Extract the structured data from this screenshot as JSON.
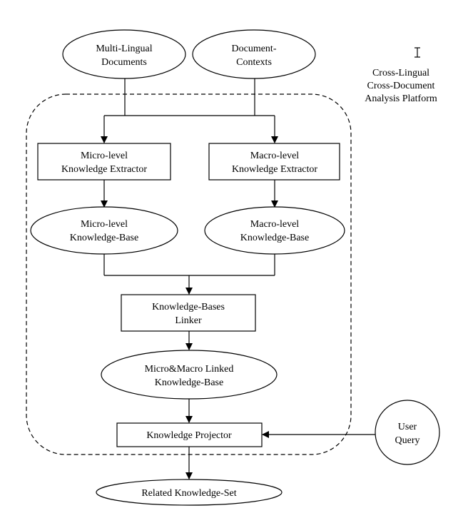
{
  "diagram": {
    "platform_title": {
      "line1": "Cross-Lingual",
      "line2": "Cross-Document",
      "line3": "Analysis Platform"
    },
    "cursor_icon": "text-cursor-icon",
    "nodes": {
      "multi_lingual_documents": {
        "line1": "Multi-Lingual",
        "line2": "Documents"
      },
      "document_contexts": {
        "line1": "Document-",
        "line2": "Contexts"
      },
      "micro_extractor": {
        "line1": "Micro-level",
        "line2": "Knowledge Extractor"
      },
      "macro_extractor": {
        "line1": "Macro-level",
        "line2": "Knowledge Extractor"
      },
      "micro_kb": {
        "line1": "Micro-level",
        "line2": "Knowledge-Base"
      },
      "macro_kb": {
        "line1": "Macro-level",
        "line2": "Knowledge-Base"
      },
      "kb_linker": {
        "line1": "Knowledge-Bases",
        "line2": "Linker"
      },
      "linked_kb": {
        "line1": "Micro&Macro Linked",
        "line2": "Knowledge-Base"
      },
      "projector": {
        "line1": "Knowledge Projector"
      },
      "user_query": {
        "line1": "User",
        "line2": "Query"
      },
      "related_set": {
        "line1": "Related Knowledge-Set"
      }
    },
    "colors": {
      "stroke": "#000000",
      "fill": "#ffffff"
    }
  }
}
